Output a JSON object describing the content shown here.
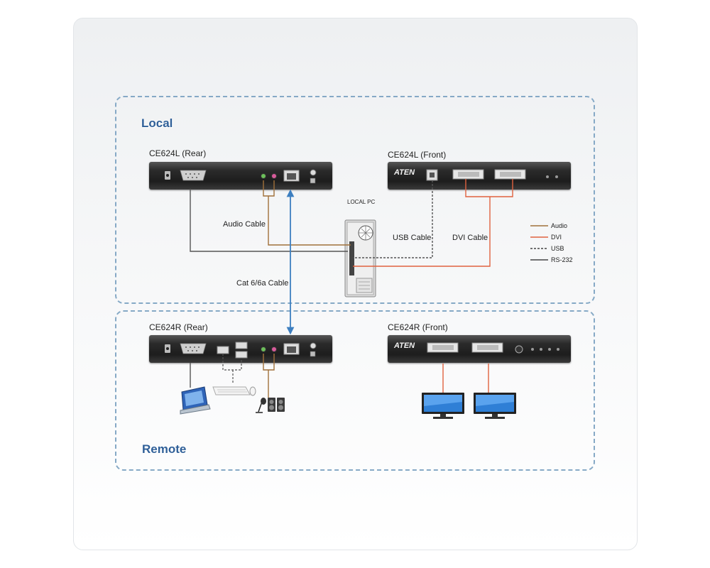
{
  "zones": {
    "local_title": "Local",
    "remote_title": "Remote"
  },
  "devices": {
    "local_rear": "CE624L (Rear)",
    "local_front": "CE624L (Front)",
    "remote_rear": "CE624R (Rear)",
    "remote_front": "CE624R (Front)",
    "brand_logo": "ATEN"
  },
  "computer": {
    "label": "LOCAL PC"
  },
  "cables": {
    "audio": "Audio Cable",
    "usb": "USB Cable",
    "dvi": "DVI Cable",
    "cat": "Cat 6/6a Cable"
  },
  "legend": [
    {
      "label": "Audio",
      "style": "solid",
      "color": "#a0703a"
    },
    {
      "label": "DVI",
      "style": "solid",
      "color": "#e0623f"
    },
    {
      "label": "USB",
      "style": "dashed",
      "color": "#444444"
    },
    {
      "label": "RS-232",
      "style": "solid",
      "color": "#444444"
    }
  ],
  "colors": {
    "audio": "#a0703a",
    "dvi": "#e0623f",
    "usb": "#555555",
    "rs232": "#555555",
    "cat": "#3d7fc0",
    "zone_border": "#86a9c6",
    "zone_title": "#2f5f98"
  },
  "peripherals": {
    "icons": [
      "serial-touch-terminal-icon",
      "keyboard-icon",
      "mouse-icon",
      "microphone-icon",
      "speakers-icon",
      "monitor-icon"
    ]
  }
}
